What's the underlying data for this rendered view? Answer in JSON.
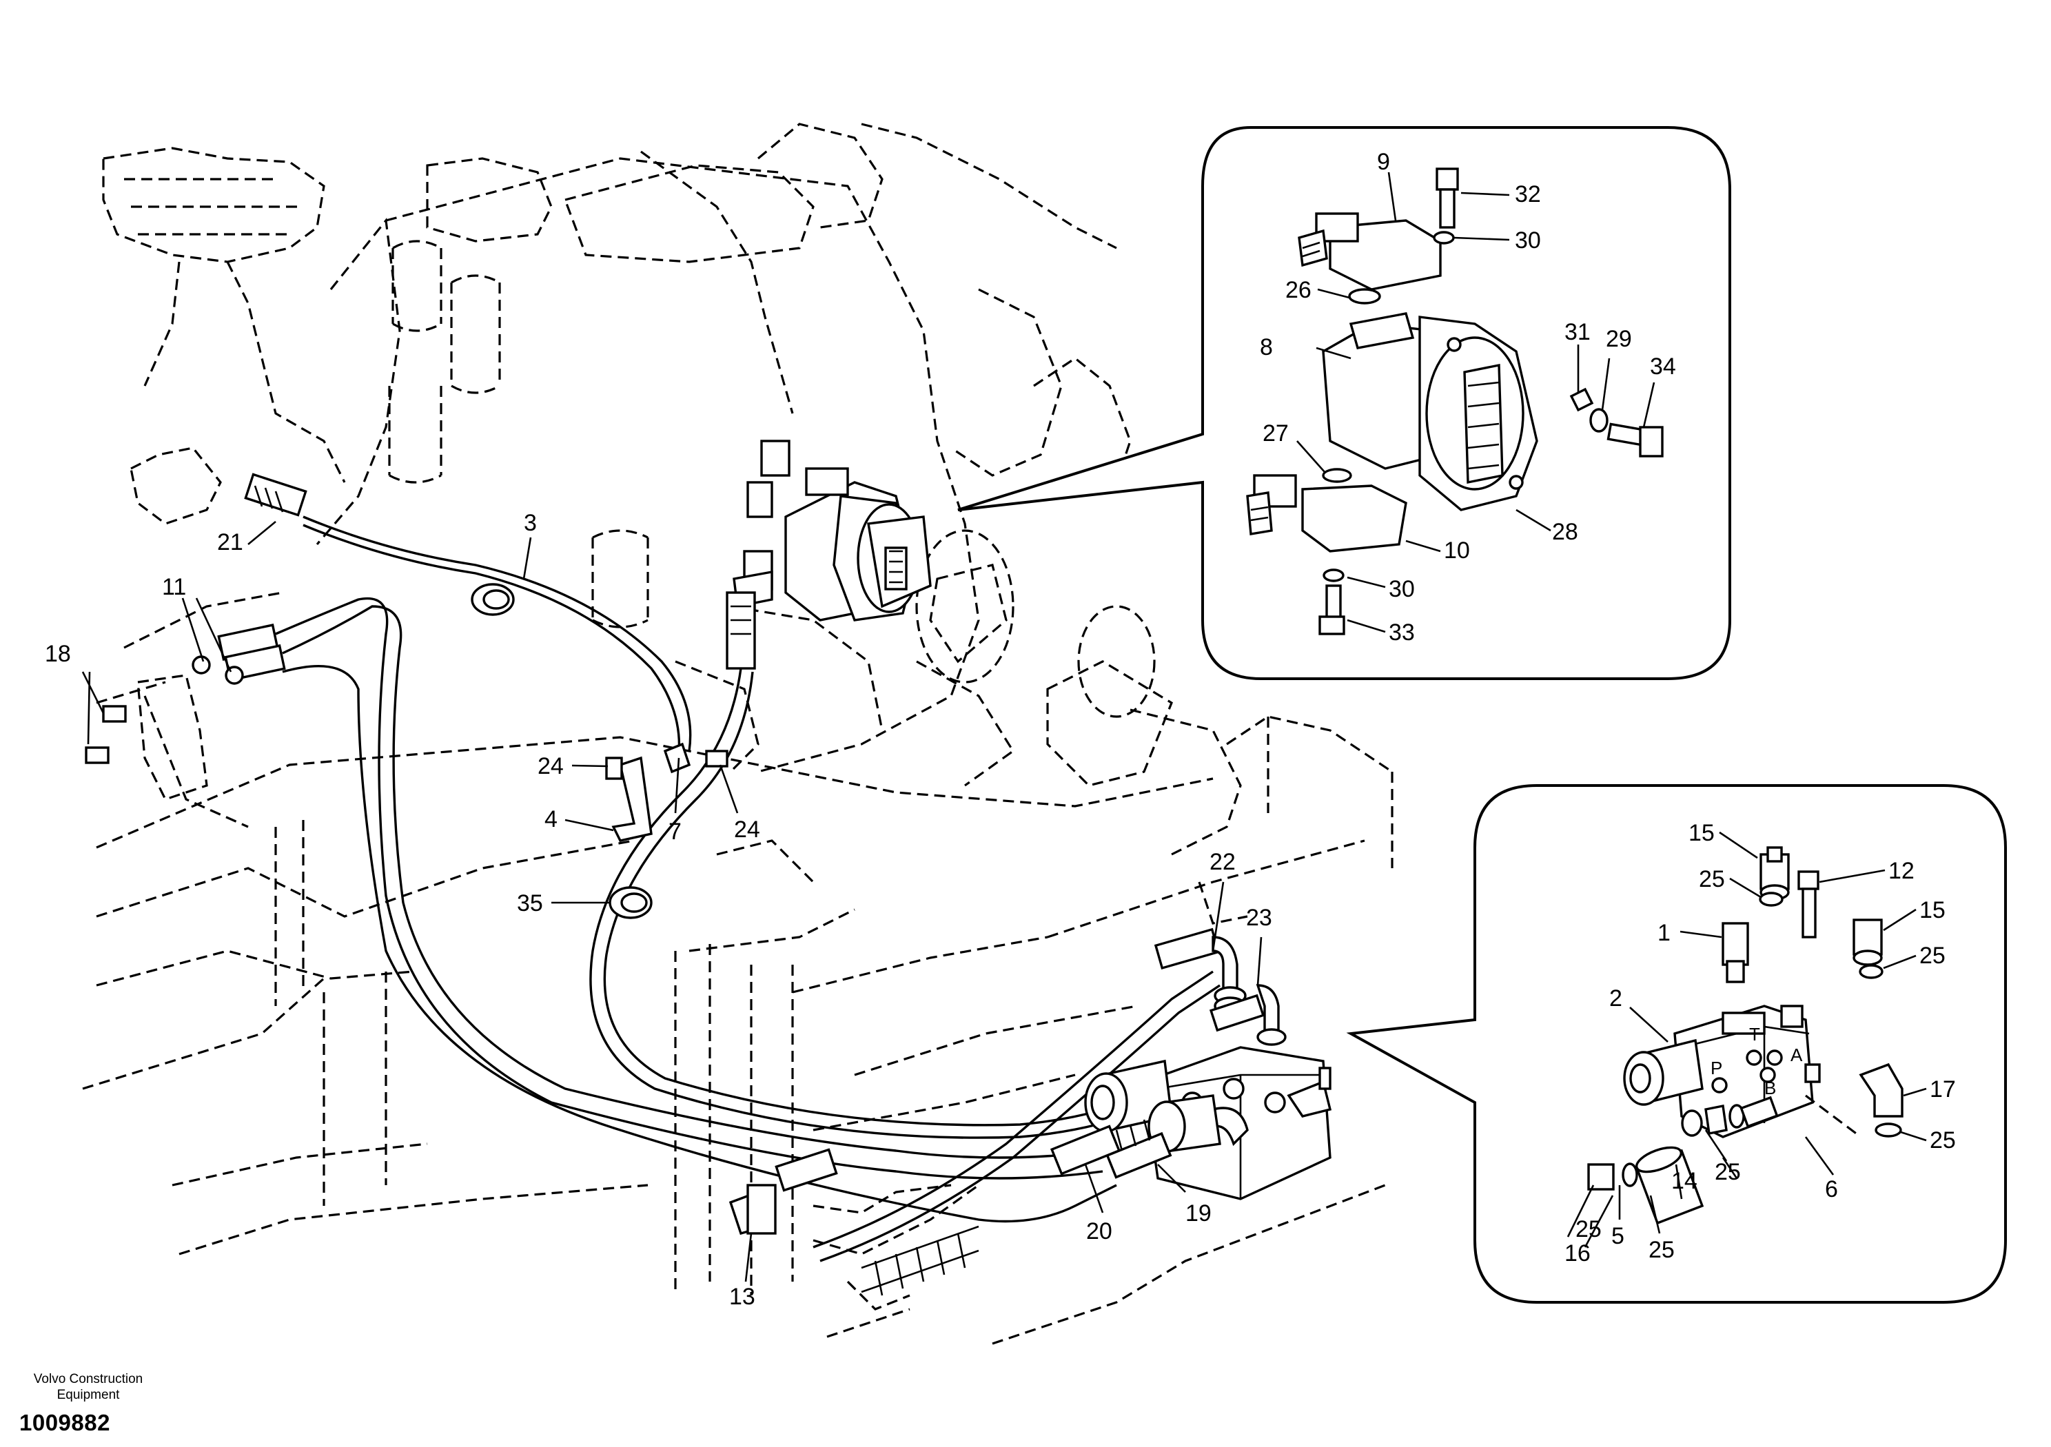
{
  "drawing": {
    "brand": "Volvo Construction Equipment",
    "number": "1009882"
  },
  "callouts": {
    "pump_detail": [
      "9",
      "32",
      "30",
      "26",
      "8",
      "31",
      "29",
      "34",
      "27",
      "28",
      "10",
      "30",
      "33"
    ],
    "valve_detail": [
      "15",
      "25",
      "12",
      "1",
      "15",
      "25",
      "2",
      "17",
      "25",
      "6",
      "5",
      "14",
      "25",
      "25",
      "16",
      "25"
    ],
    "main": [
      "21",
      "3",
      "11",
      "18",
      "24",
      "4",
      "7",
      "24",
      "35",
      "22",
      "23",
      "20",
      "19",
      "13"
    ]
  },
  "port_labels": [
    "T",
    "P",
    "A",
    "B"
  ]
}
